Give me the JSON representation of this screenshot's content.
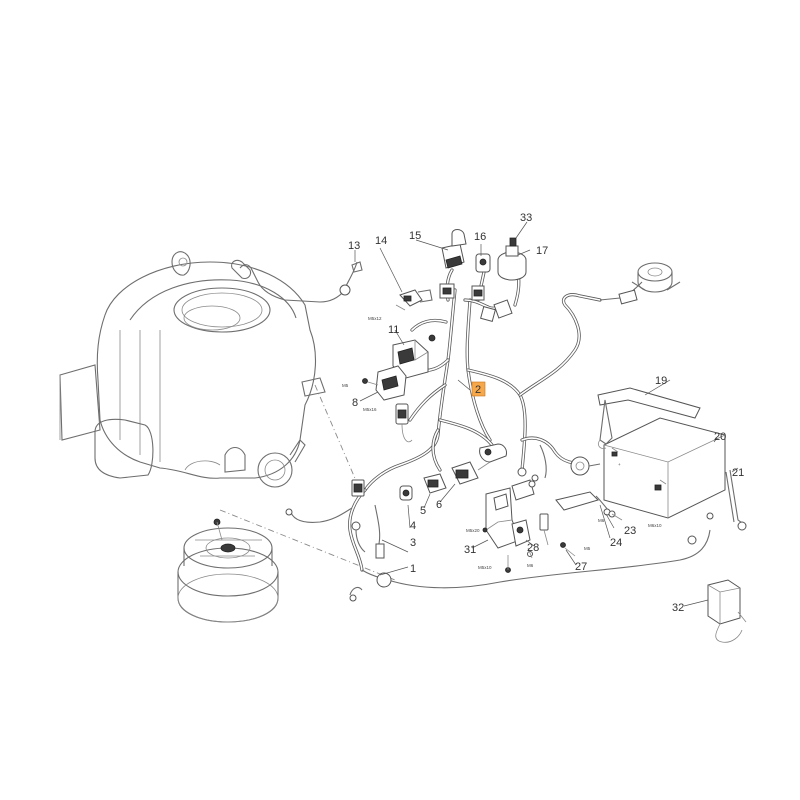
{
  "diagram": {
    "highlighted_part": "2",
    "callouts": [
      "1",
      "2",
      "3",
      "4",
      "5",
      "6",
      "8",
      "11",
      "13",
      "14",
      "15",
      "16",
      "17",
      "19",
      "20",
      "21",
      "23",
      "24",
      "27",
      "28",
      "31",
      "32",
      "33"
    ],
    "fastener_labels": [
      "M5x12",
      "M5",
      "M5x16",
      "M5x20",
      "M5x10",
      "M6",
      "M6x10",
      "M5",
      "M6"
    ]
  }
}
